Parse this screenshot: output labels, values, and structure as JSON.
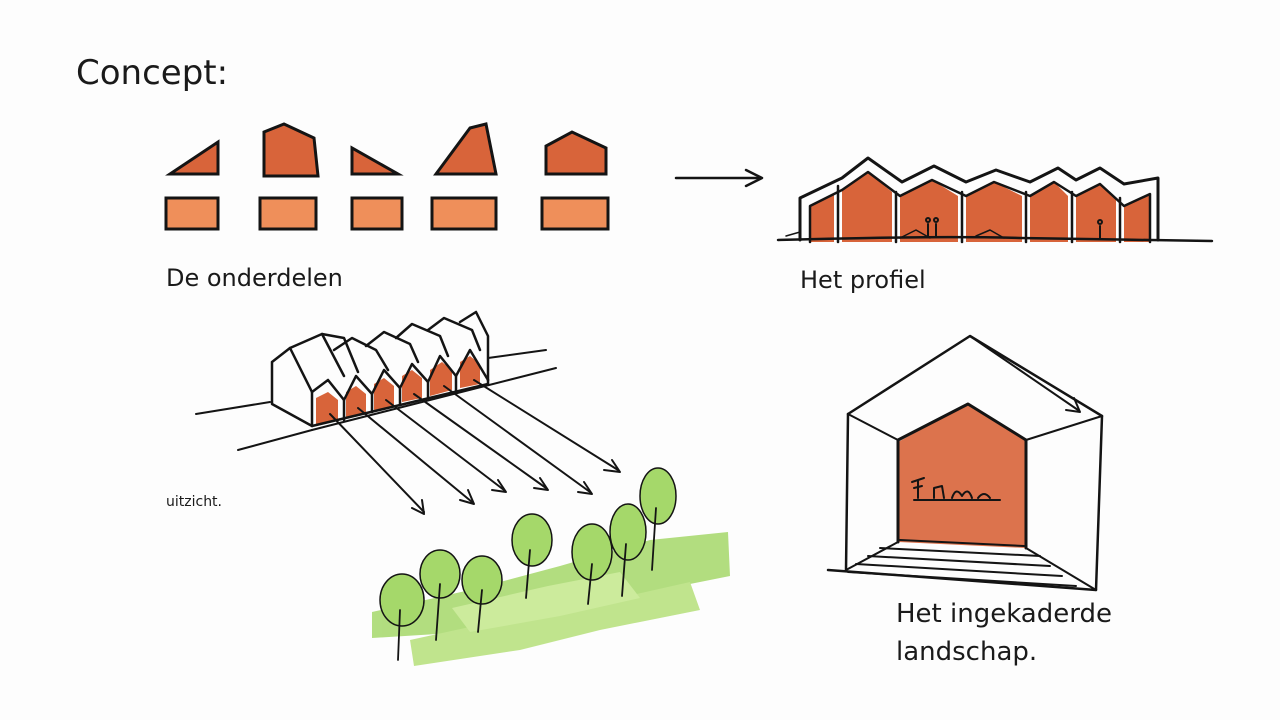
{
  "labels": {
    "title": "Concept:",
    "parts": "De onderdelen",
    "profile": "Het profiel",
    "view": "uitzicht.",
    "framed_1": "Het ingekaderde",
    "framed_2": "landschap."
  },
  "colors": {
    "ink": "#141414",
    "terracotta": "#d8643a",
    "terracotta_light": "#ef8f5a",
    "green": "#a5d86a",
    "green_light": "#c4e88c",
    "background": "#fdfdfd"
  },
  "icons": [
    "arrow-right-icon",
    "tree-icon",
    "person-icon"
  ]
}
